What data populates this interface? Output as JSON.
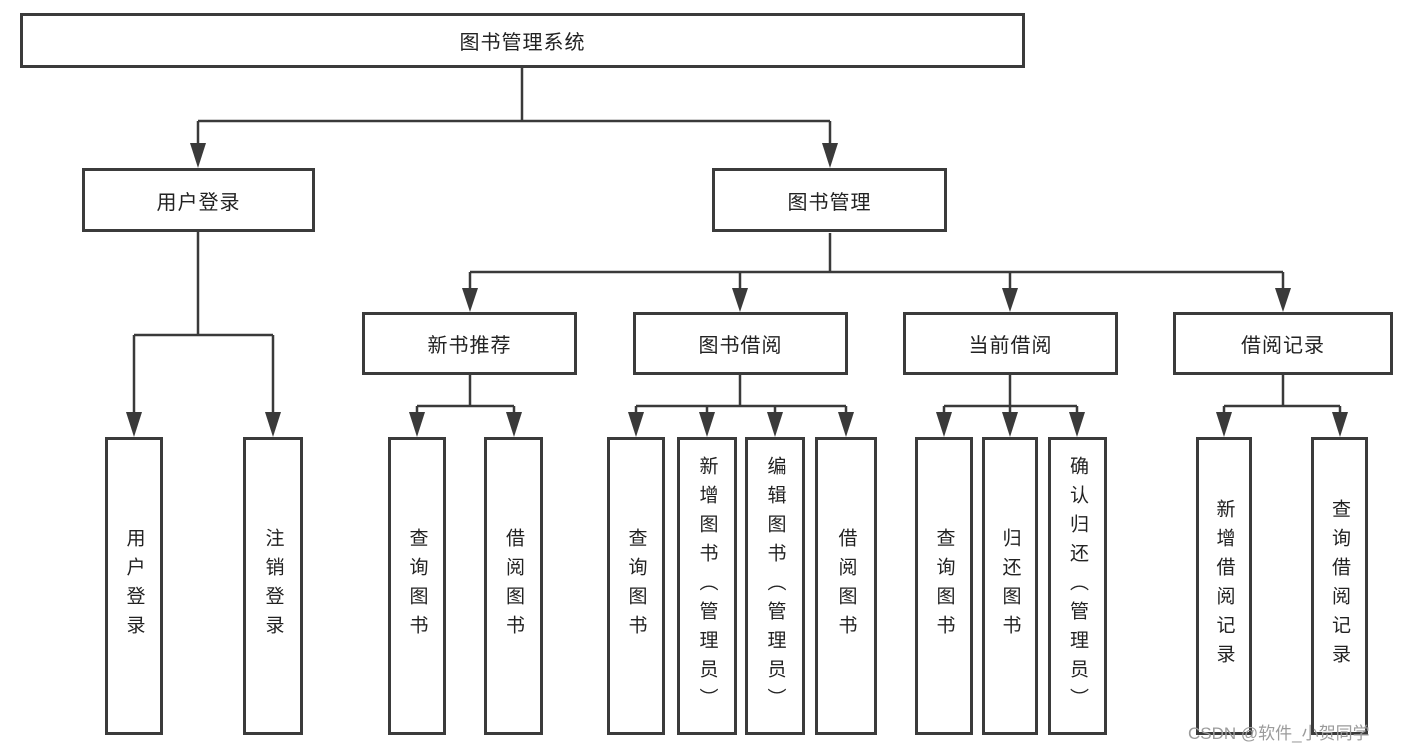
{
  "tree": {
    "label": "图书管理系统",
    "children": [
      {
        "label": "用户登录",
        "children": [
          {
            "label": "用户登录"
          },
          {
            "label": "注销登录"
          }
        ]
      },
      {
        "label": "图书管理",
        "children": [
          {
            "label": "新书推荐",
            "children": [
              {
                "label": "查询图书"
              },
              {
                "label": "借阅图书"
              }
            ]
          },
          {
            "label": "图书借阅",
            "children": [
              {
                "label": "查询图书"
              },
              {
                "label": "新增图书（管理员）"
              },
              {
                "label": "编辑图书（管理员）"
              },
              {
                "label": "借阅图书"
              }
            ]
          },
          {
            "label": "当前借阅",
            "children": [
              {
                "label": "查询图书"
              },
              {
                "label": "归还图书"
              },
              {
                "label": "确认归还（管理员）"
              }
            ]
          },
          {
            "label": "借阅记录",
            "children": [
              {
                "label": "新增借阅记录"
              },
              {
                "label": "查询借阅记录"
              }
            ]
          }
        ]
      }
    ]
  },
  "watermark": "CSDN @软件_小贺同学",
  "colors": {
    "line": "#3a3a3a",
    "box_border": "#3b3b3b",
    "text": "#222222",
    "background": "#ffffff",
    "watermark": "#9b9b9b"
  }
}
